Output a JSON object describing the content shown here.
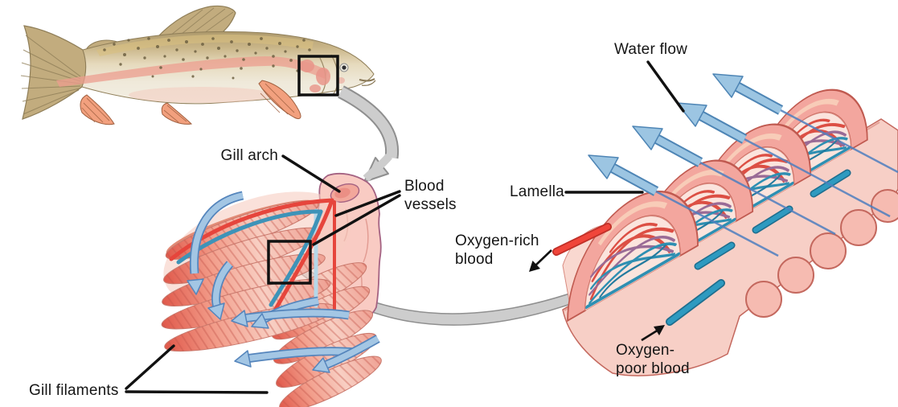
{
  "diagram": {
    "name": "Fish gill anatomy and countercurrent gas exchange diagram",
    "labels": {
      "gill_arch": "Gill arch",
      "blood_vessels": "Blood vessels",
      "gill_filaments": "Gill filaments",
      "water_flow": "Water flow",
      "lamella": "Lamella",
      "oxygen_rich_blood": "Oxygen-rich blood",
      "oxygen_poor_blood": "Oxygen-poor blood"
    },
    "colors": {
      "background": "#ffffff",
      "label_text": "#151515",
      "pointer_line": "#111111",
      "water_arrow_fill": "#9CC5E2",
      "water_arrow_stroke": "#4E85B5",
      "oxygen_rich_vessel_red": "#E8443A",
      "oxygen_poor_vessel_blue": "#2E8FB2",
      "gill_tissue_pink": "#F5ADA3",
      "lamella_inner_pink": "#FBE4DD",
      "zoom_arrow_gray": "#CDCDCD",
      "fish_body_tan": "#C6B288",
      "fish_stripe_pink": "#EC9E8F",
      "fish_fin_orange": "#F2A07E"
    }
  }
}
